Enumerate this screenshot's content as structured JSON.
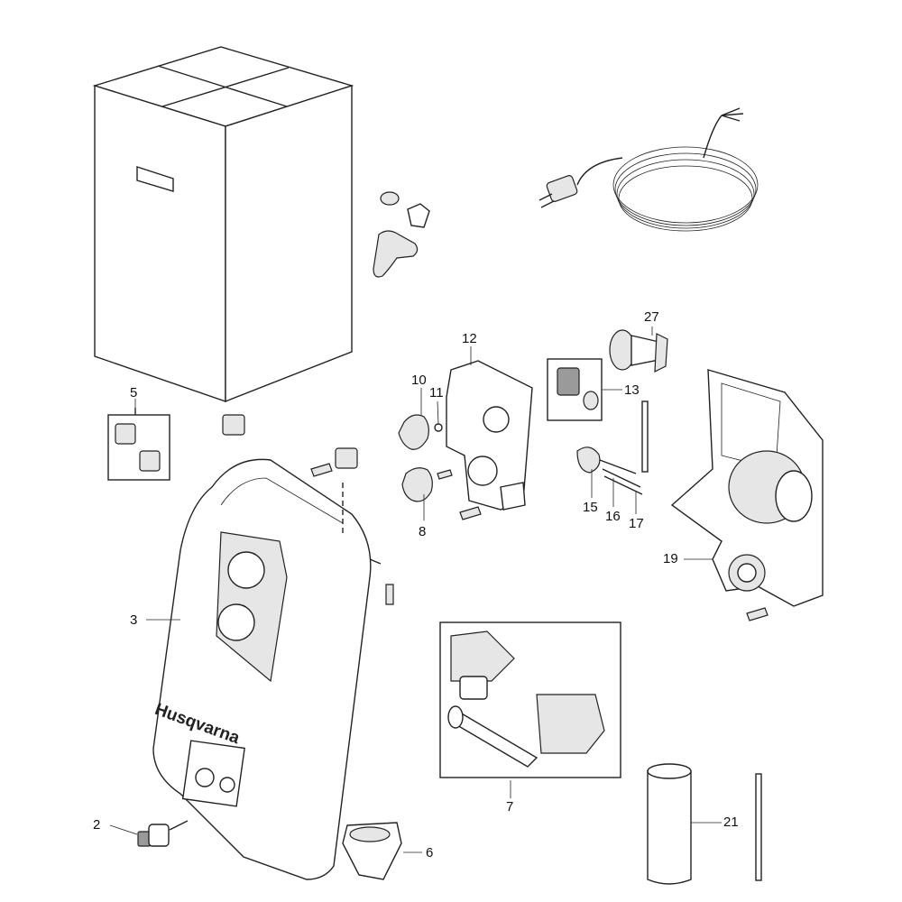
{
  "callouts": {
    "c2": "2",
    "c3": "3",
    "c5": "5",
    "c6": "6",
    "c7": "7",
    "c8": "8",
    "c10": "10",
    "c11": "11",
    "c12": "12",
    "c13": "13",
    "c15": "15",
    "c16": "16",
    "c17": "17",
    "c19": "19",
    "c21": "21",
    "c27": "27"
  },
  "housing": {
    "brand_text": "Husqvarna"
  }
}
